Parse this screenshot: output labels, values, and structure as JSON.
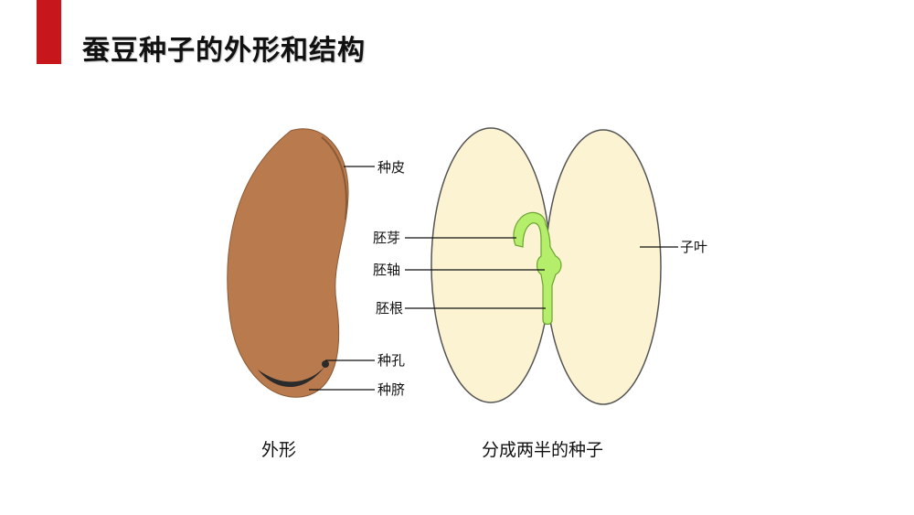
{
  "title": "蚕豆种子的外形和结构",
  "colors": {
    "accent": "#c8161d",
    "seed_coat": "#b97a4e",
    "seed_coat_dark": "#8a5a36",
    "cotyledon": "#fbf3d2",
    "embryo": "#b5ee6a",
    "hilum": "#2b2b2b"
  },
  "labels": {
    "seed_coat": "种皮",
    "plumule": "胚芽",
    "hypocotyl": "胚轴",
    "radicle": "胚根",
    "micropyle": "种孔",
    "hilum": "种脐",
    "cotyledon": "子叶"
  },
  "captions": {
    "outer": "外形",
    "split": "分成两半的种子"
  }
}
